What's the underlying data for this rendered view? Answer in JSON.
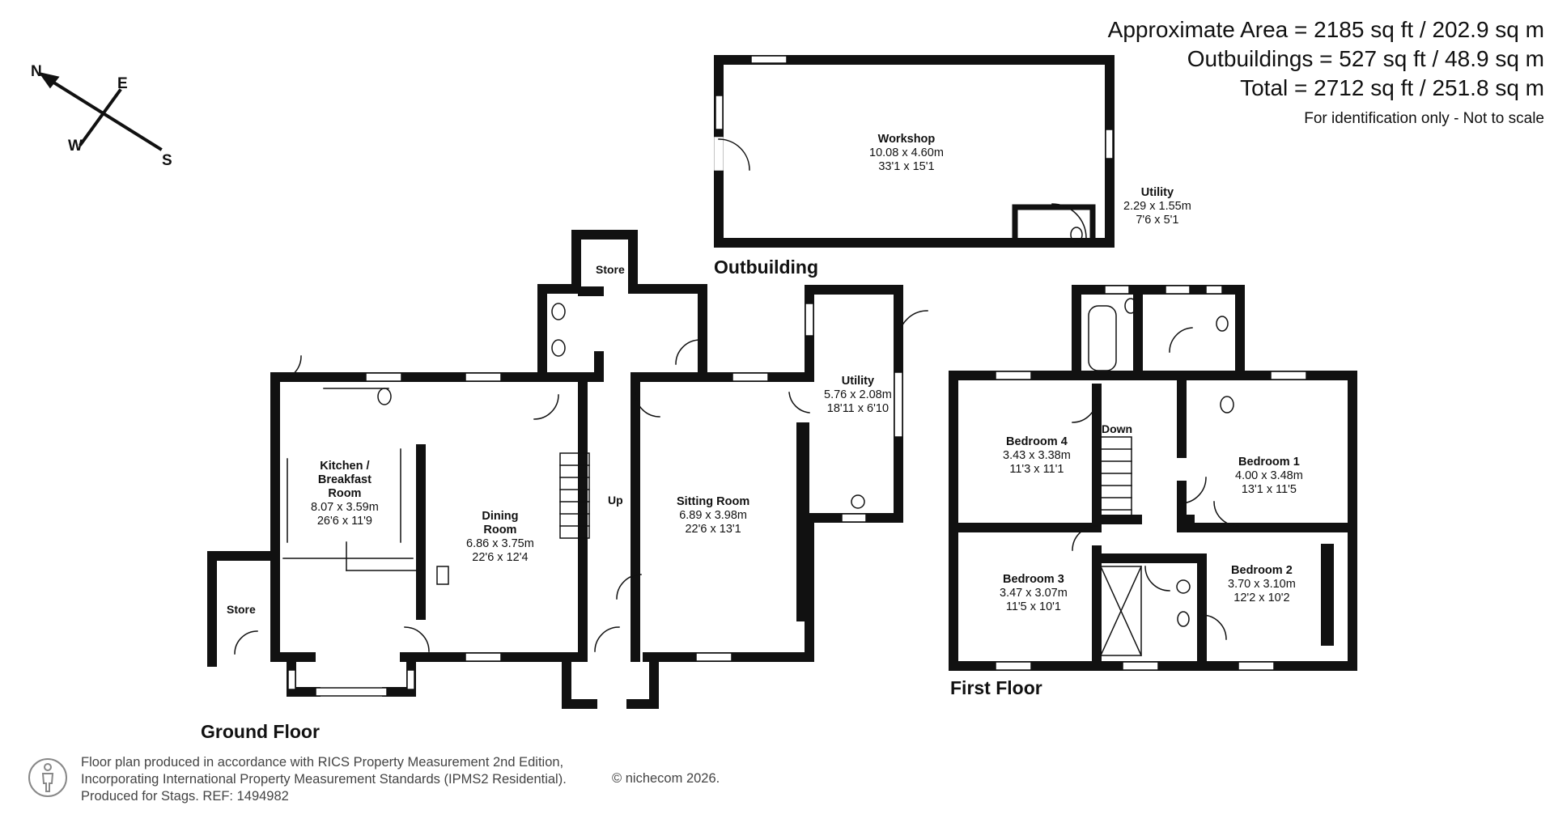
{
  "areas": {
    "approx": "Approximate Area = 2185 sq ft / 202.9 sq m",
    "outbuildings": "Outbuildings = 527 sq ft / 48.9 sq m",
    "total": "Total = 2712 sq ft / 251.8 sq m",
    "note": "For identification only - Not to scale"
  },
  "compass": {
    "n": "N",
    "e": "E",
    "w": "W",
    "s": "S"
  },
  "floors": {
    "outbuilding": "Outbuilding",
    "ground": "Ground Floor",
    "first": "First Floor"
  },
  "rooms": {
    "workshop": {
      "name": "Workshop",
      "metric": "10.08 x 4.60m",
      "imperial": "33'1 x 15'1"
    },
    "outbuilding_utility": {
      "name": "Utility",
      "metric": "2.29 x 1.55m",
      "imperial": "7'6 x 5'1"
    },
    "kitchen": {
      "name1": "Kitchen /",
      "name2": "Breakfast",
      "name3": "Room",
      "metric": "8.07 x 3.59m",
      "imperial": "26'6 x 11'9"
    },
    "dining": {
      "name1": "Dining",
      "name2": "Room",
      "metric": "6.86 x 3.75m",
      "imperial": "22'6 x 12'4"
    },
    "sitting": {
      "name": "Sitting Room",
      "metric": "6.89 x 3.98m",
      "imperial": "22'6 x 13'1"
    },
    "utility": {
      "name": "Utility",
      "metric": "5.76 x 2.08m",
      "imperial": "18'11 x 6'10"
    },
    "store_top": {
      "name": "Store"
    },
    "store_left": {
      "name": "Store"
    },
    "up": "Up",
    "down": "Down",
    "bedroom1": {
      "name": "Bedroom 1",
      "metric": "4.00 x 3.48m",
      "imperial": "13'1 x 11'5"
    },
    "bedroom2": {
      "name": "Bedroom 2",
      "metric": "3.70 x 3.10m",
      "imperial": "12'2 x 10'2"
    },
    "bedroom3": {
      "name": "Bedroom 3",
      "metric": "3.47 x 3.07m",
      "imperial": "11'5 x 10'1"
    },
    "bedroom4": {
      "name": "Bedroom 4",
      "metric": "3.43 x 3.38m",
      "imperial": "11'3 x 11'1"
    }
  },
  "footer": {
    "line1": "Floor plan produced in accordance with RICS Property Measurement 2nd Edition,",
    "line2": "Incorporating International Property Measurement Standards (IPMS2 Residential).",
    "line3": "Produced for Stags.   REF: 1494982",
    "copyright": "© nichecom 2026."
  }
}
